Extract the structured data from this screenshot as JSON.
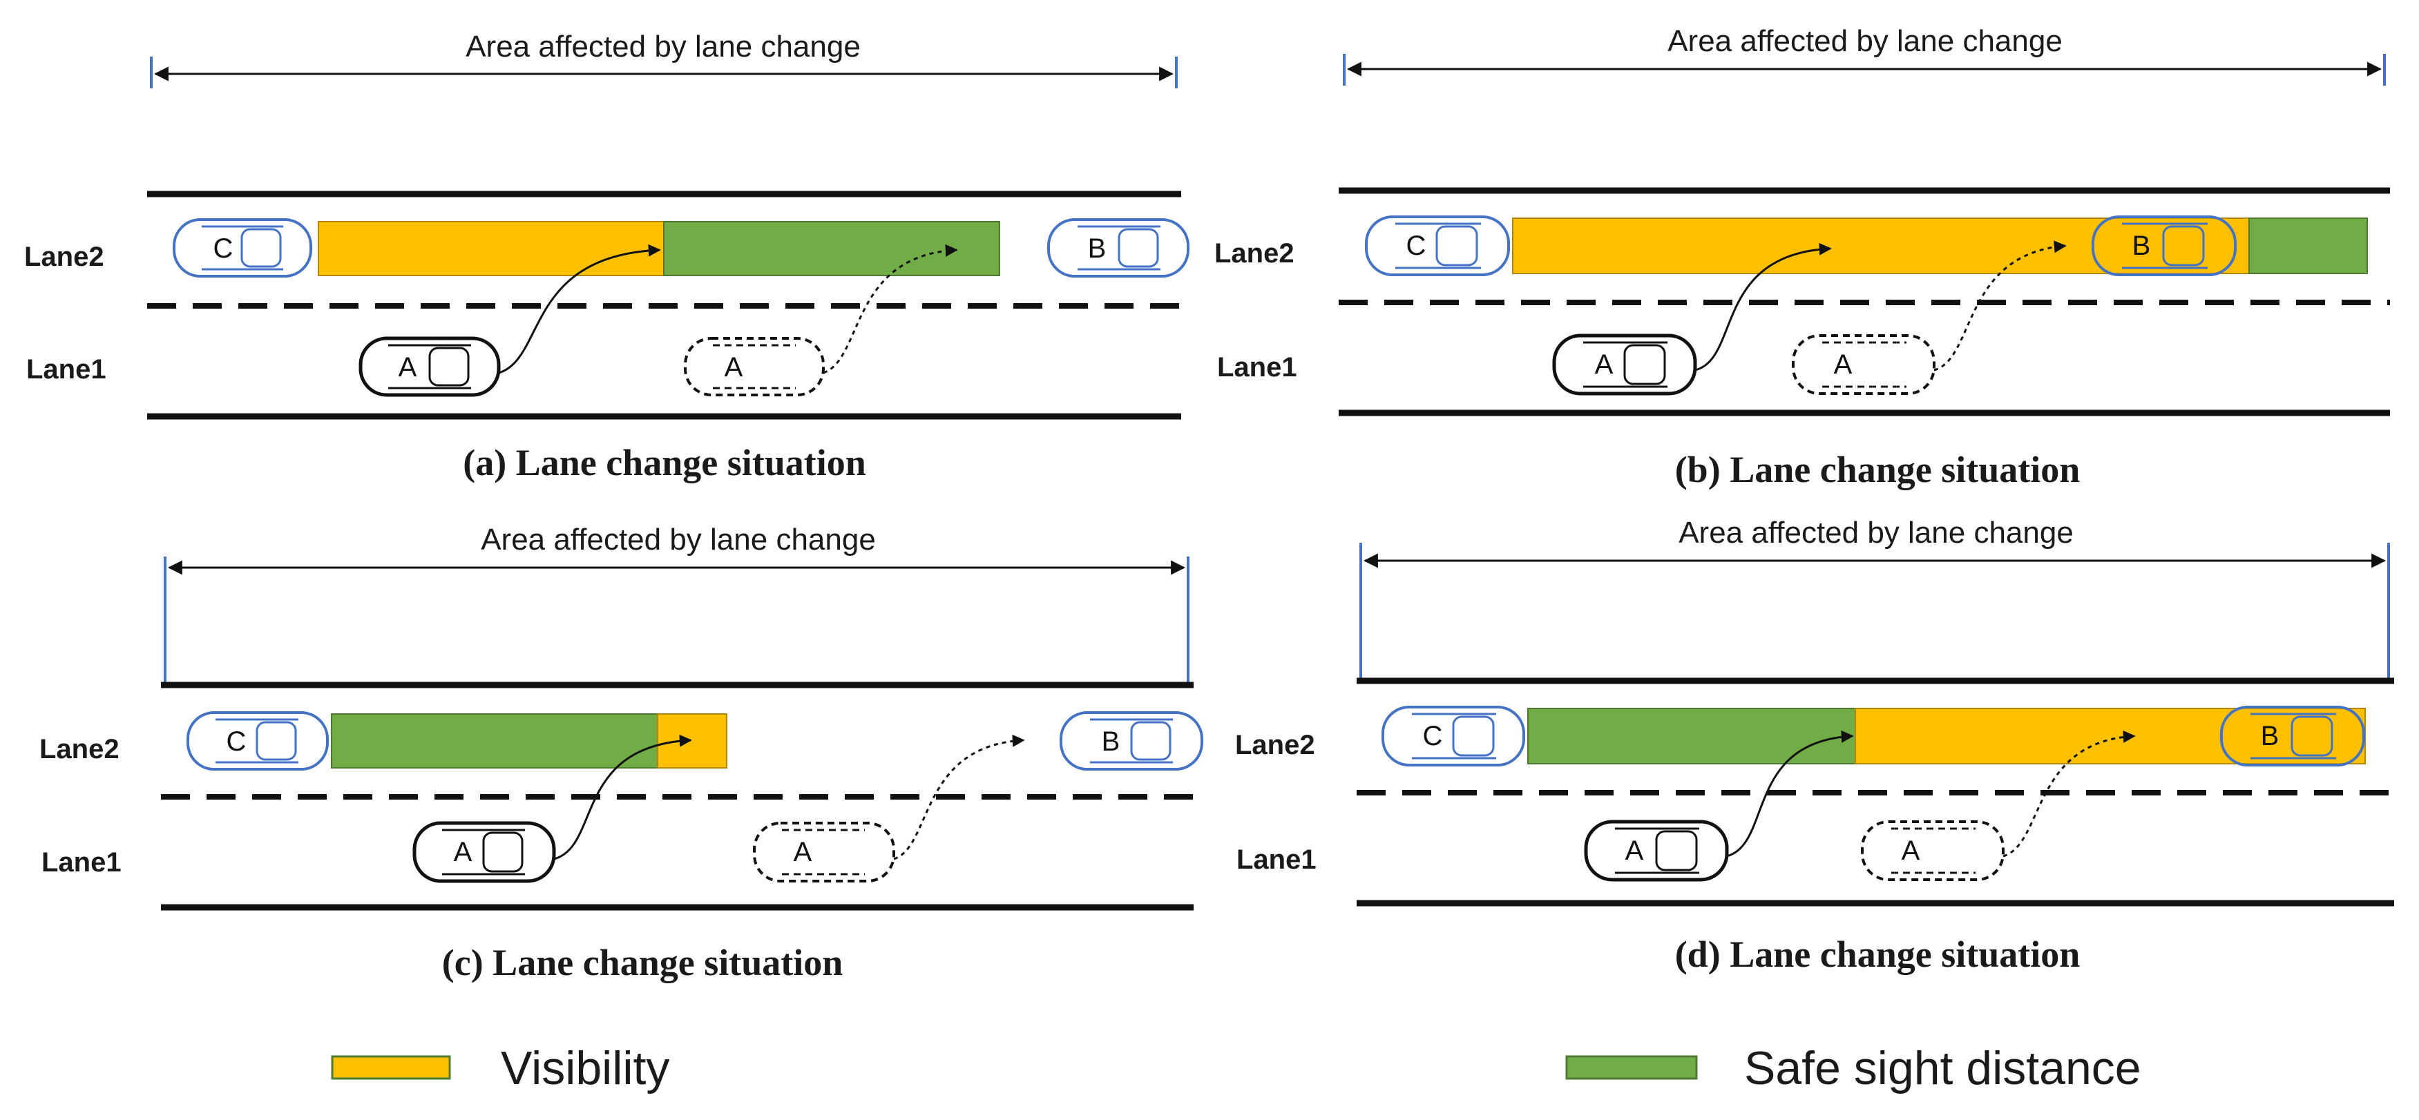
{
  "colors": {
    "visibility": "#FFC000",
    "safe_sight_distance": "#70AD47",
    "car_blue": "#4472C4",
    "car_black": "#111111",
    "range_line": "#4472C4"
  },
  "panels": [
    {
      "id": "a",
      "area_label": "Area affected by lane change",
      "lane2_label": "Lane2",
      "lane1_label": "Lane1",
      "car_c": "C",
      "car_b": "B",
      "car_a": "A",
      "car_a_projected": "A",
      "caption": "(a) Lane change situation"
    },
    {
      "id": "b",
      "area_label": "Area affected by lane change",
      "lane2_label": "Lane2",
      "lane1_label": "Lane1",
      "car_c": "C",
      "car_b": "B",
      "car_a": "A",
      "car_a_projected": "A",
      "caption": "(b) Lane change situation"
    },
    {
      "id": "c",
      "area_label": "Area affected by lane change",
      "lane2_label": "Lane2",
      "lane1_label": "Lane1",
      "car_c": "C",
      "car_b": "B",
      "car_a": "A",
      "car_a_projected": "A",
      "caption": "(c) Lane change situation"
    },
    {
      "id": "d",
      "area_label": "Area affected by lane change",
      "lane2_label": "Lane2",
      "lane1_label": "Lane1",
      "car_c": "C",
      "car_b": "B",
      "car_a": "A",
      "car_a_projected": "A",
      "caption": "(d) Lane change situation"
    }
  ],
  "legend": [
    {
      "label": "Visibility",
      "color_key": "visibility"
    },
    {
      "label": "Safe sight distance",
      "color_key": "safe_sight_distance"
    }
  ]
}
